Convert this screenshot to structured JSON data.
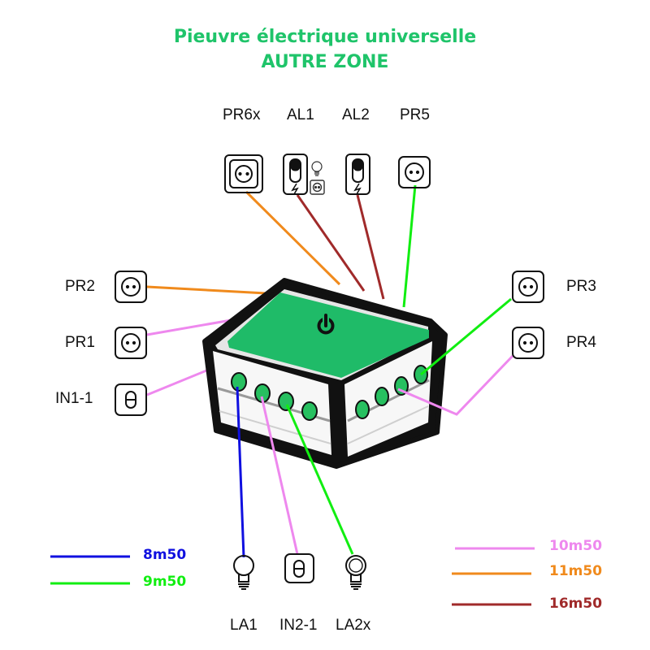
{
  "title": {
    "line1": "Pieuvre électrique universelle",
    "line2": "AUTRE ZONE"
  },
  "colors": {
    "title": "#1fc46a",
    "box_lid": "#1fbb68",
    "hole": "#27c060",
    "blue": "#1010e0",
    "green": "#11ee11",
    "pink": "#ee88ee",
    "orange": "#f08a1c",
    "brown": "#a02a2a"
  },
  "labels": {
    "pr6x": "PR6x",
    "al1": "AL1",
    "al2": "AL2",
    "pr5": "PR5",
    "pr2": "PR2",
    "pr1": "PR1",
    "in1": "IN1-1",
    "pr3": "PR3",
    "pr4": "PR4",
    "la1": "LA1",
    "in2": "IN2-1",
    "la2x": "LA2x"
  },
  "legend": [
    {
      "length": "8m50",
      "color": "blue"
    },
    {
      "length": "9m50",
      "color": "green"
    },
    {
      "length": "10m50",
      "color": "pink"
    },
    {
      "length": "11m50",
      "color": "orange"
    },
    {
      "length": "16m50",
      "color": "brown"
    }
  ],
  "icons": {
    "outlet": "power-outlet-icon",
    "double_outlet": "double-outlet-icon",
    "switch": "light-switch-icon",
    "bulb": "light-bulb-icon",
    "power": "power-button-icon"
  }
}
